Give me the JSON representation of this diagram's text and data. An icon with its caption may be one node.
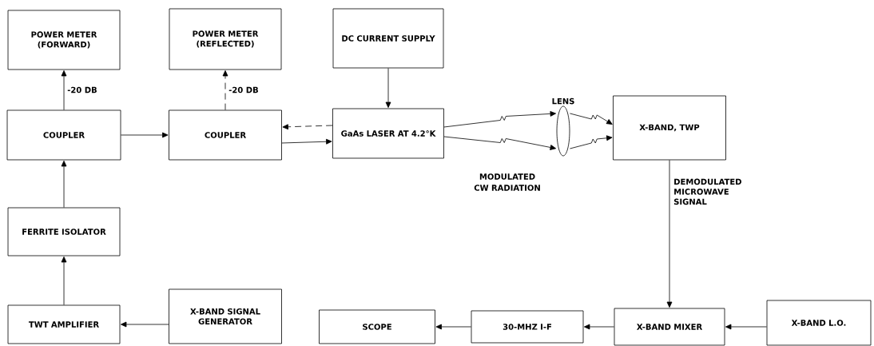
{
  "diagram": {
    "nodes": [
      {
        "text": [
          "POWER METER (FORWARD)"
        ]
      },
      {
        "text": [
          "POWER METER (REFLECTED)"
        ]
      },
      {
        "text": [
          "DC CURRENT SUPPLY"
        ]
      },
      {
        "text": [
          "COUPLER"
        ]
      },
      {
        "text": [
          "COUPLER"
        ]
      },
      {
        "text": [
          "GaAs LASER AT 4.2°K"
        ]
      },
      {
        "text": [
          "LENS"
        ]
      },
      {
        "text": [
          "X-BAND, TWP"
        ]
      },
      {
        "text": [
          "FERRITE ISOLATOR"
        ]
      },
      {
        "text": [
          "TWT AMPLIFIER"
        ]
      },
      {
        "text": [
          "X-BAND SIGNAL GENERATOR"
        ]
      },
      {
        "text": [
          "SCOPE"
        ]
      },
      {
        "text": [
          "30-MHZ I-F"
        ]
      },
      {
        "text": [
          "X-BAND MIXER"
        ]
      },
      {
        "text": [
          "X-BAND L.O."
        ]
      }
    ],
    "edges": [
      {
        "from": 3,
        "to": 0,
        "arrow": "to",
        "label": "-20 DB"
      },
      {
        "from": 4,
        "to": 1,
        "arrow": "to",
        "label": "-20 DB",
        "style": "dashed"
      },
      {
        "from": 2,
        "to": 5,
        "arrow": "to"
      },
      {
        "from": 3,
        "to": 4,
        "arrow": "to"
      },
      {
        "from": 5,
        "to": 4,
        "arrow": "to",
        "style": "dashed"
      },
      {
        "from": 4,
        "to": 5,
        "arrow": "to"
      },
      {
        "from": 5,
        "to": 6,
        "arrow": "to"
      },
      {
        "from": 5,
        "to": 6,
        "arrow": "to"
      },
      {
        "from": 6,
        "to": 7,
        "arrow": "to"
      },
      {
        "from": 6,
        "to": 7,
        "arrow": "to"
      },
      {
        "from": 7,
        "to": 13,
        "arrow": "to",
        "label": "DEMODULATED MICROWAVE SIGNAL"
      },
      {
        "from": 14,
        "to": 13,
        "arrow": "to"
      },
      {
        "from": 13,
        "to": 12,
        "arrow": "to"
      },
      {
        "from": 12,
        "to": 11,
        "arrow": "to"
      },
      {
        "from": 10,
        "to": 9,
        "arrow": "to"
      },
      {
        "from": 9,
        "to": 8,
        "arrow": "to"
      },
      {
        "from": 8,
        "to": 3,
        "arrow": "to"
      }
    ],
    "labels": [
      "MODULATED CW RADIATION"
    ]
  }
}
